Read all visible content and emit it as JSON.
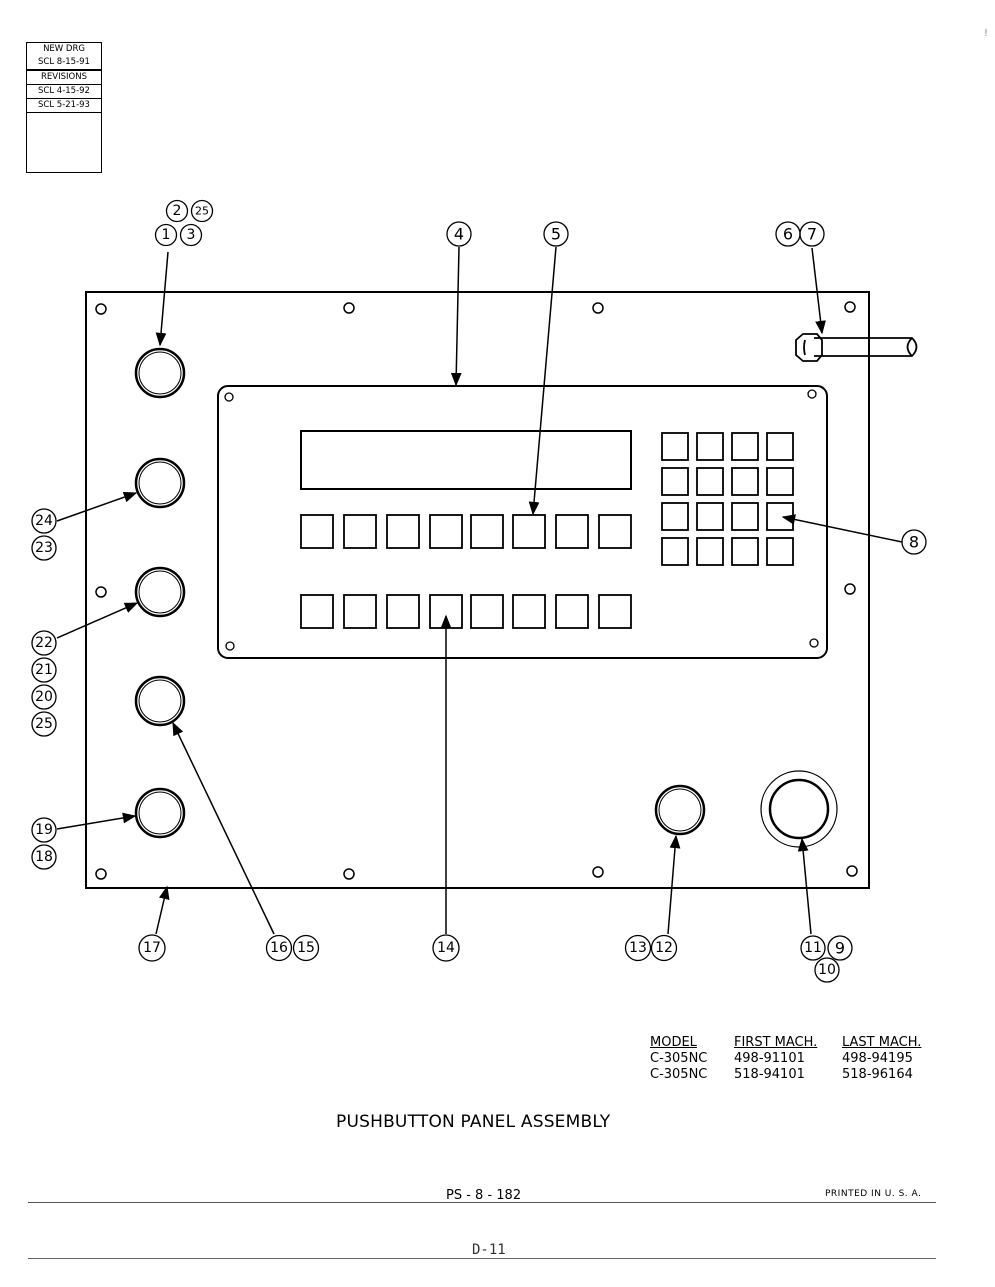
{
  "revision_block": {
    "new_drg_label": "NEW DRG",
    "new_drg_date": "SCL 8-15-91",
    "revisions_label": "REVISIONS",
    "revision_1": "SCL 4-15-92",
    "revision_2": "SCL 5-21-93"
  },
  "callouts": {
    "c1": "1",
    "c2": "2",
    "c25a": "25",
    "c3": "3",
    "c4": "4",
    "c5": "5",
    "c6": "6",
    "c7": "7",
    "c8": "8",
    "c24": "24",
    "c23": "23",
    "c22": "22",
    "c21": "21",
    "c20": "20",
    "c25b": "25",
    "c19": "19",
    "c18": "18",
    "c17": "17",
    "c16": "16",
    "c15": "15",
    "c14": "14",
    "c13": "13",
    "c12": "12",
    "c11": "11",
    "c9": "9",
    "c10": "10"
  },
  "model_table": {
    "headers": [
      "MODEL",
      "FIRST MACH.",
      "LAST MACH."
    ],
    "rows": [
      [
        "C-305NC",
        "498-91101",
        "498-94195"
      ],
      [
        "C-305NC",
        "518-94101",
        "518-96164"
      ]
    ]
  },
  "title": "PUSHBUTTON PANEL ASSEMBLY",
  "drawing_number": "PS - 8 - 182",
  "printed": "PRINTED IN U. S. A.",
  "page_label": "D-11",
  "margin_mark": "!"
}
